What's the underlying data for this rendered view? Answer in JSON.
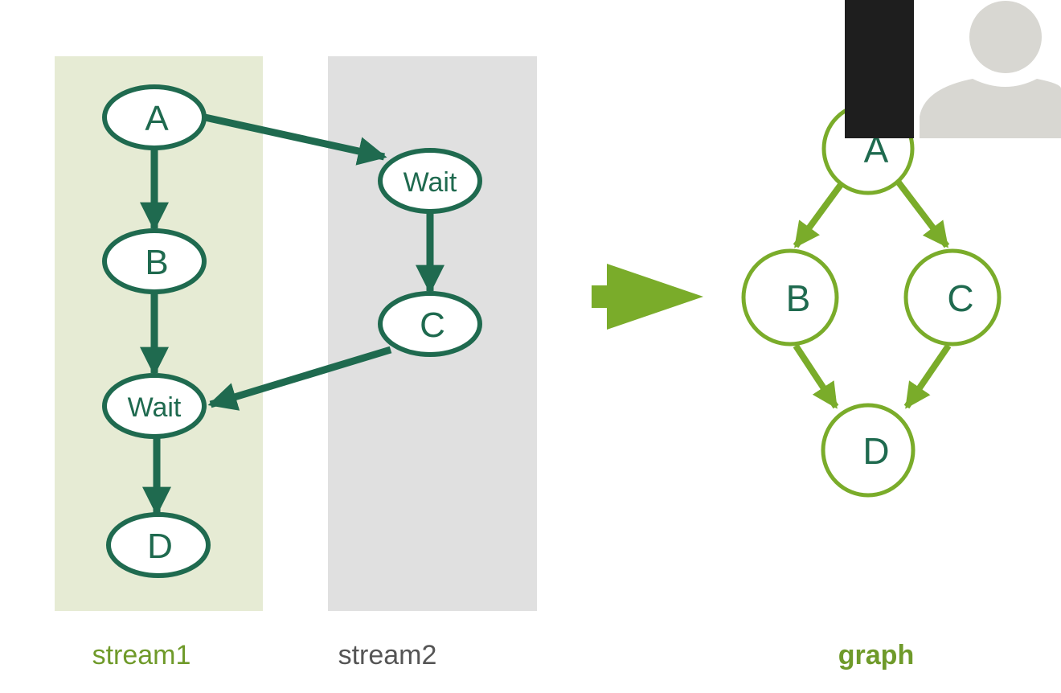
{
  "colors": {
    "dark_green": "#1f6a4f",
    "lime": "#7aac2a",
    "stream1_bg": "#e6ebd4",
    "stream2_bg": "#e0e0e0",
    "video_black": "#1e1e1e",
    "avatar_gray": "#d8d7d2"
  },
  "streams": {
    "stream1": {
      "label": "stream1",
      "nodes": [
        "A",
        "B",
        "Wait",
        "D"
      ]
    },
    "stream2": {
      "label": "stream2",
      "nodes": [
        "Wait",
        "C"
      ]
    }
  },
  "graph": {
    "label": "graph",
    "nodes": [
      "A",
      "B",
      "C",
      "D"
    ]
  },
  "video_overlay": {
    "icon": "person-avatar-icon"
  }
}
